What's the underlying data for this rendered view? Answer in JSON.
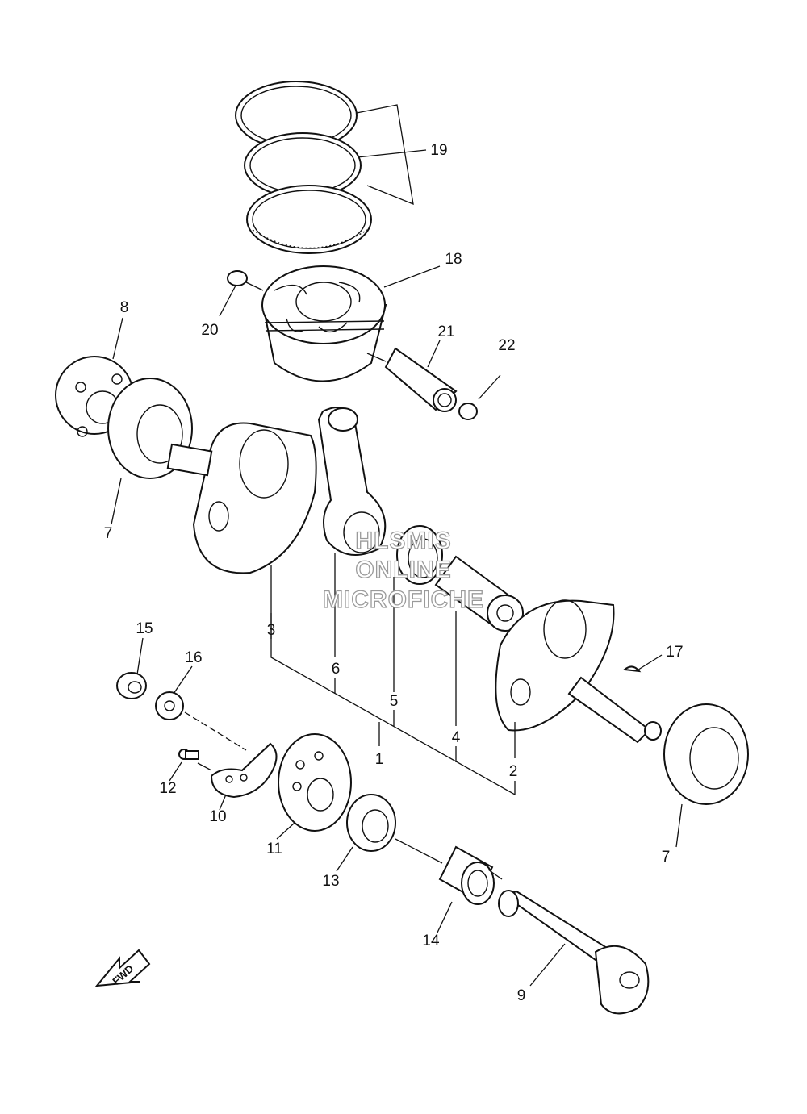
{
  "callouts": [
    {
      "id": "1",
      "label": "1"
    },
    {
      "id": "2",
      "label": "2"
    },
    {
      "id": "3",
      "label": "3"
    },
    {
      "id": "4",
      "label": "4"
    },
    {
      "id": "5",
      "label": "5"
    },
    {
      "id": "6",
      "label": "6"
    },
    {
      "id": "7a",
      "label": "7"
    },
    {
      "id": "7b",
      "label": "7"
    },
    {
      "id": "8",
      "label": "8"
    },
    {
      "id": "9",
      "label": "9"
    },
    {
      "id": "10",
      "label": "10"
    },
    {
      "id": "11",
      "label": "11"
    },
    {
      "id": "12",
      "label": "12"
    },
    {
      "id": "13",
      "label": "13"
    },
    {
      "id": "14",
      "label": "14"
    },
    {
      "id": "15",
      "label": "15"
    },
    {
      "id": "16",
      "label": "16"
    },
    {
      "id": "17",
      "label": "17"
    },
    {
      "id": "18",
      "label": "18"
    },
    {
      "id": "19",
      "label": "19"
    },
    {
      "id": "20",
      "label": "20"
    },
    {
      "id": "21",
      "label": "21"
    },
    {
      "id": "22",
      "label": "22"
    }
  ],
  "watermark": {
    "line1": "HLSMIS",
    "line2": "ONLINE",
    "line3": "MICROFICHE"
  },
  "fwd_arrow": {
    "label": "FWD"
  }
}
